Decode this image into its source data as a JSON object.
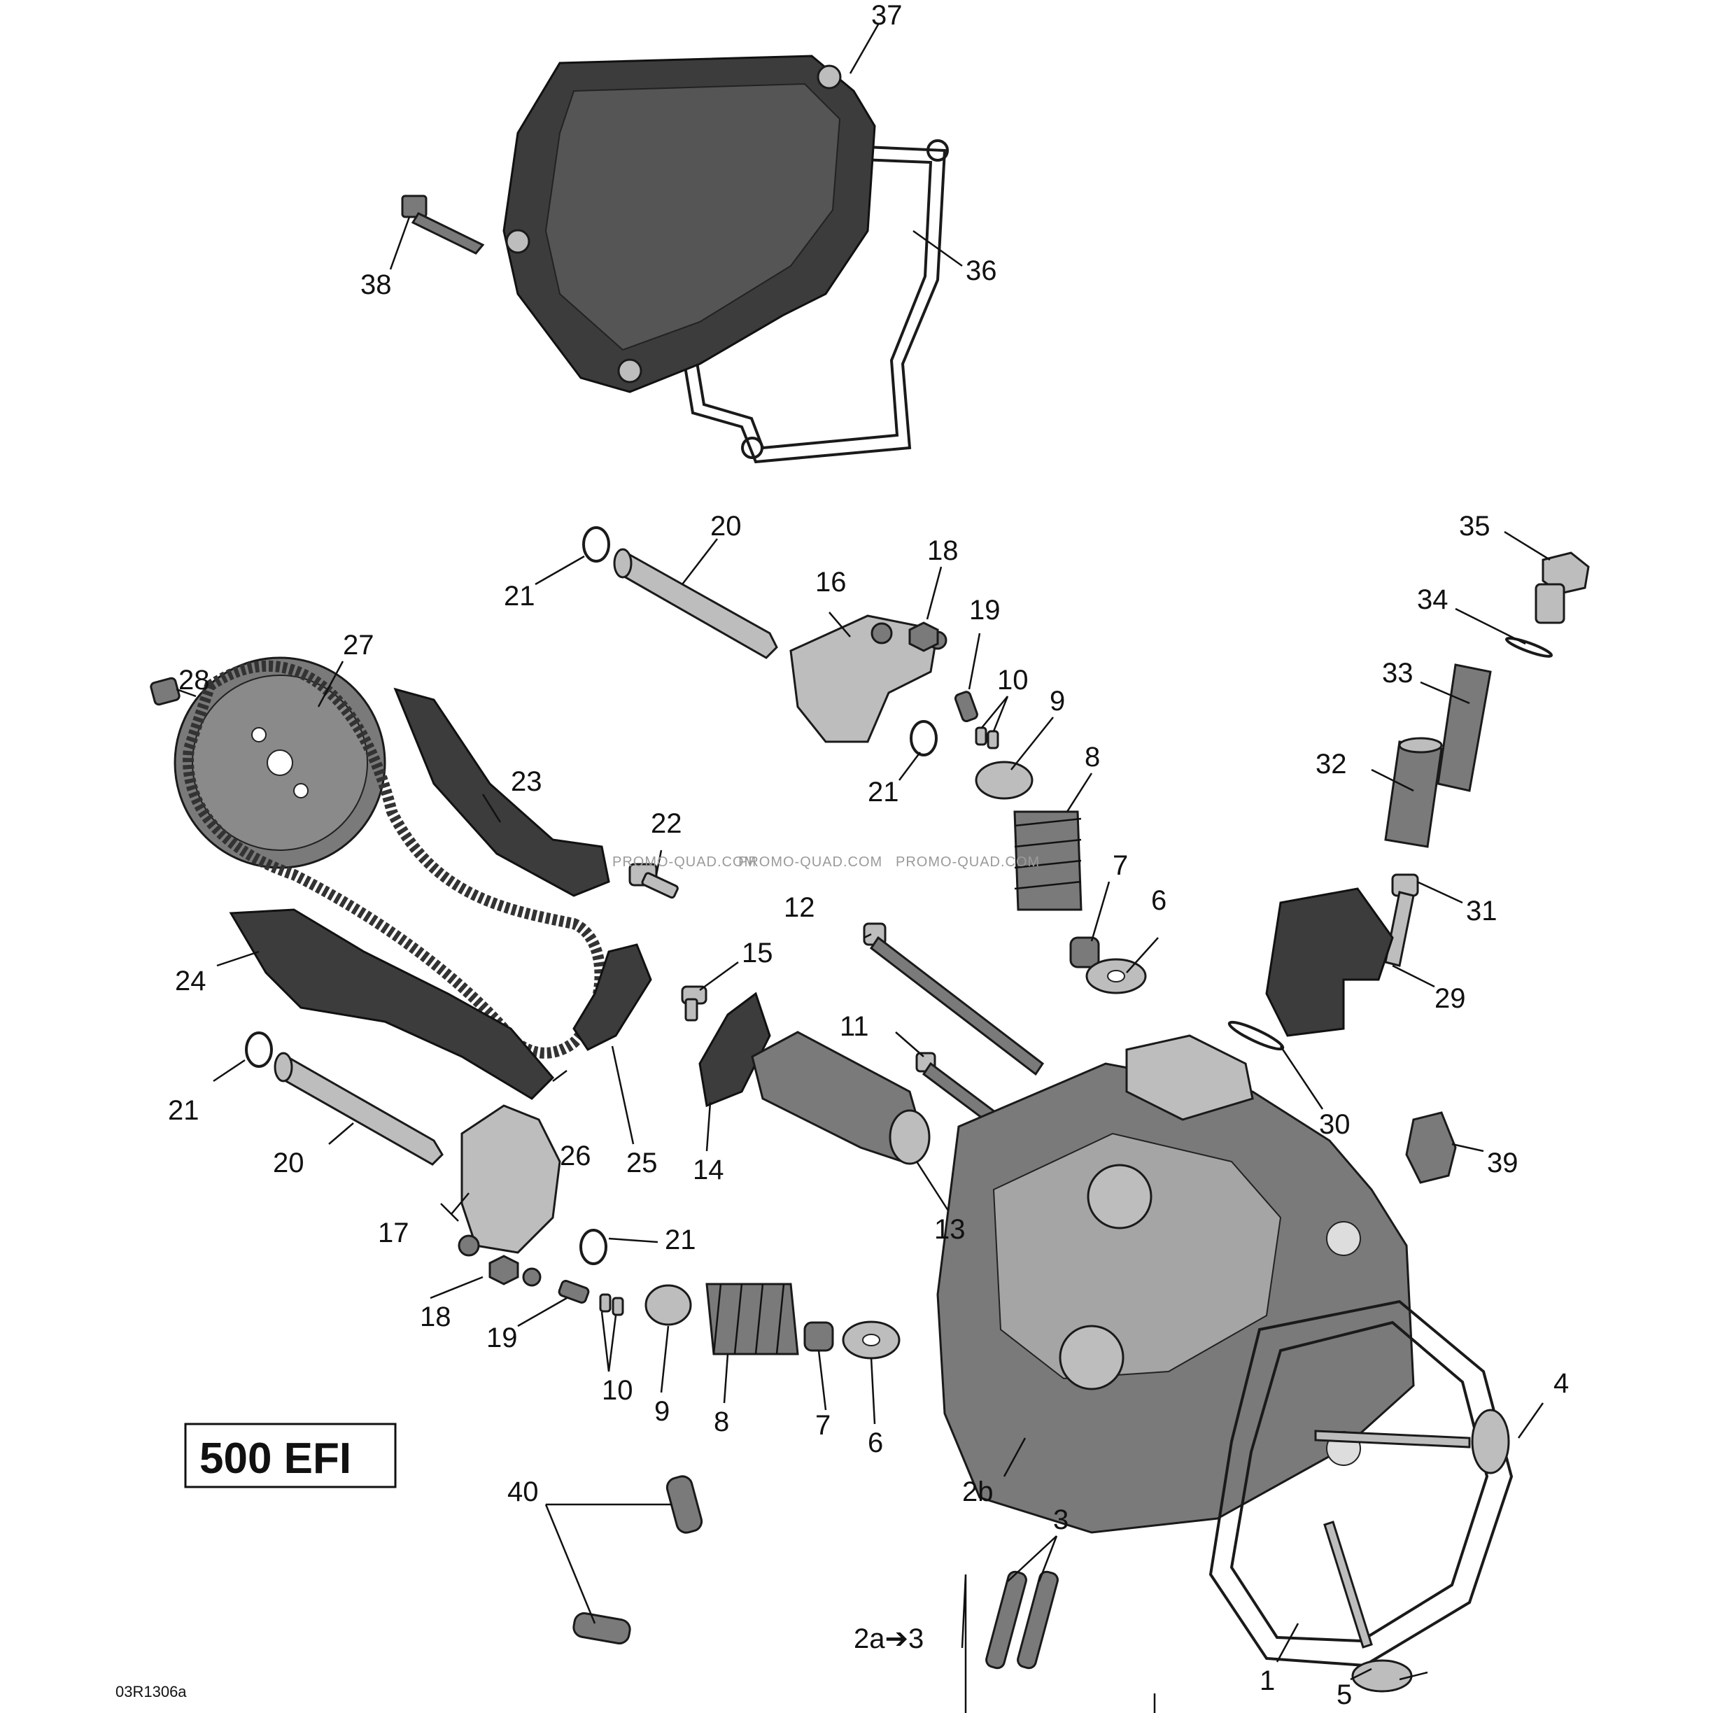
{
  "model_label": "500 EFI",
  "reference_code": "03R1306a",
  "watermarks": [
    "PROMO-QUAD.COM",
    "PROMO-QUAD.COM",
    "PROMO-QUAD.COM"
  ],
  "callouts": {
    "c1": "1",
    "c2a": "2a➔3",
    "c2b": "2b",
    "c3": "3",
    "c4": "4",
    "c5": "5",
    "c6a": "6",
    "c6b": "6",
    "c7a": "7",
    "c7b": "7",
    "c8a": "8",
    "c8b": "8",
    "c9a": "9",
    "c9b": "9",
    "c10a": "10",
    "c10b": "10",
    "c11": "11",
    "c12": "12",
    "c13": "13",
    "c14": "14",
    "c15": "15",
    "c16": "16",
    "c17": "17",
    "c18a": "18",
    "c18b": "18",
    "c19a": "19",
    "c19b": "19",
    "c20a": "20",
    "c20b": "20",
    "c21a": "21",
    "c21b": "21",
    "c21c": "21",
    "c21d": "21",
    "c22": "22",
    "c23": "23",
    "c24": "24",
    "c25": "25",
    "c26": "26",
    "c27": "27",
    "c28": "28",
    "c29": "29",
    "c30": "30",
    "c31": "31",
    "c32": "32",
    "c33": "33",
    "c34": "34",
    "c35": "35",
    "c36": "36",
    "c37": "37",
    "c38": "38",
    "c39": "39",
    "c40": "40"
  }
}
